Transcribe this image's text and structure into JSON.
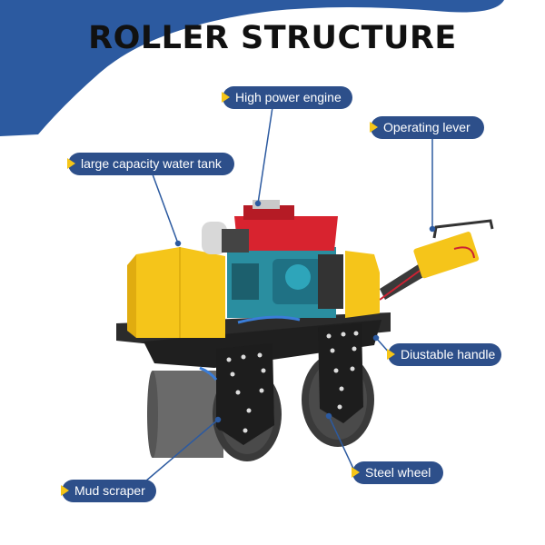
{
  "title": "ROLLER STRUCTURE",
  "colors": {
    "accent_blue": "#2c5aa0",
    "label_bg": "#2d4f8a",
    "arrow_yellow": "#f5c518",
    "machine_yellow": "#f5c51a",
    "engine_red": "#d8232f",
    "engine_teal": "#2a8ea0"
  },
  "callouts": {
    "engine": "High power engine",
    "lever": "Operating lever",
    "tank": "large capacity water tank",
    "handle": "Diustable handle",
    "scraper": "Mud scraper",
    "wheel": "Steel wheel"
  }
}
